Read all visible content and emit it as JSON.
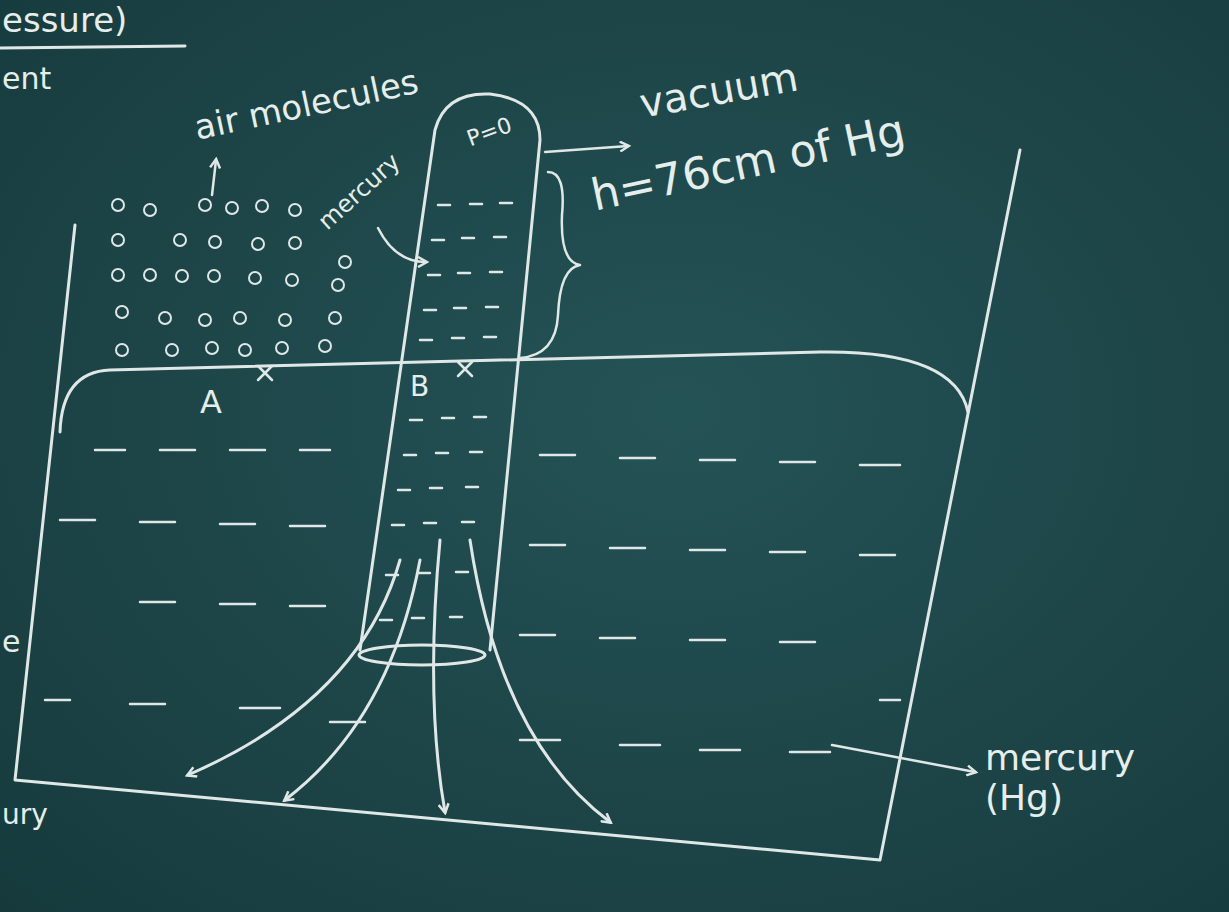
{
  "diagram": {
    "labels": [
      "essure)",
      "ent",
      "air molecules",
      "mercury",
      "P=0",
      "vacuum",
      "h=76cm of Hg",
      "A",
      "B",
      "mercury (Hg)",
      "e",
      "ury"
    ]
  }
}
